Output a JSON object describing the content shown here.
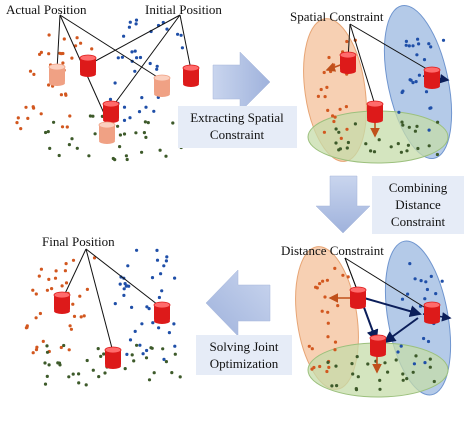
{
  "labels": {
    "actual_position": "Actual Position",
    "initial_position": "Initial Position",
    "spatial_constraint": "Spatial Constraint",
    "extracting_line1": "Extracting Spatial",
    "extracting_line2": "Constraint",
    "combining_line1": "Combining",
    "combining_line2": "Distance",
    "combining_line3": "Constraint",
    "distance_constraint": "Distance Constraint",
    "final_position": "Final Position",
    "solving_line1": "Solving Joint",
    "solving_line2": "Optimization"
  },
  "colors": {
    "orange_dot": "#d2571f",
    "blue_dot": "#1f4fa8",
    "green_dot": "#3d5a2a",
    "camera_red": "#dd1a1a",
    "camera_estimate": "#f0a184",
    "orange_region": "#f4c09a",
    "blue_region": "#9bb8e0",
    "green_region": "#c6dcaa",
    "arrow_fill": "#b9c8e6",
    "label_box": "#e6ecf7"
  },
  "icons": {
    "camera": "red-cylinder-camera-icon",
    "camera_estimate": "translucent-camera-estimate-icon",
    "flow_arrow": "block-arrow-icon"
  }
}
